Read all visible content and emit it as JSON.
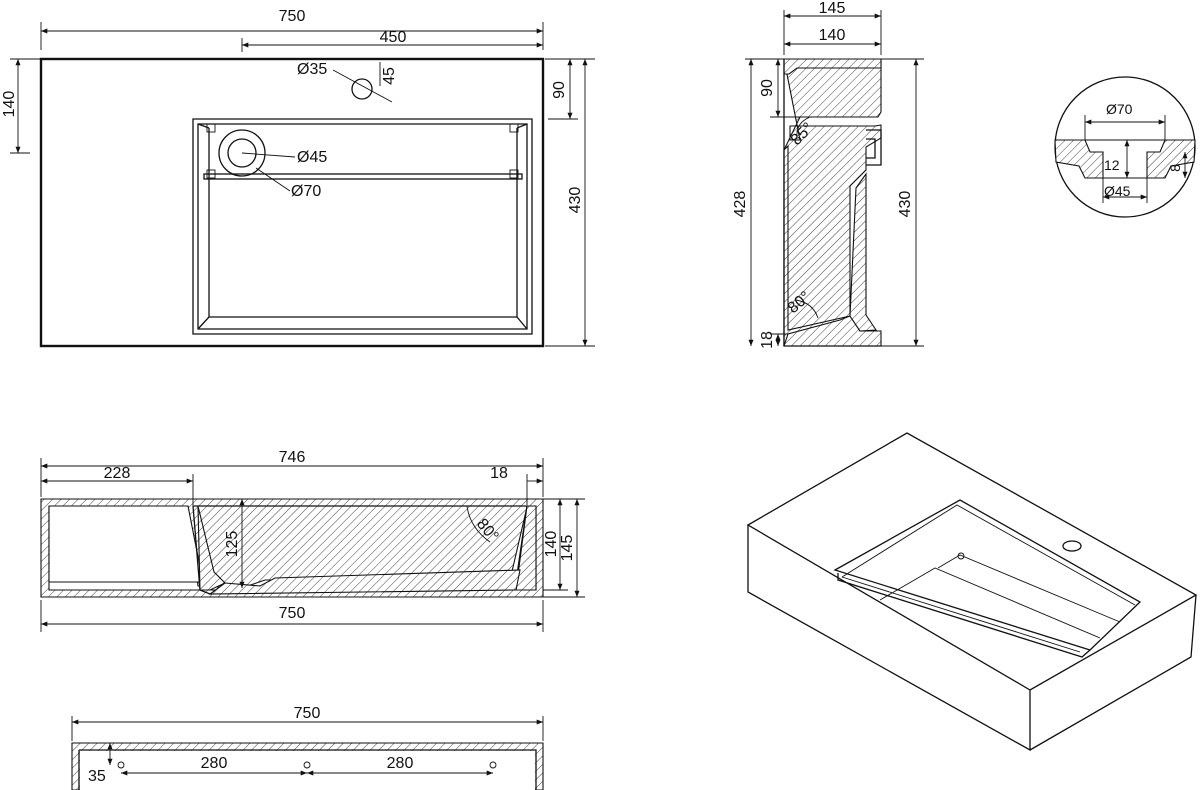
{
  "drawing": {
    "top_view": {
      "width": "750",
      "tap_offset": "450",
      "depth_to_basin": "140",
      "basin_offset": "90",
      "total_depth": "430",
      "tap_hole": "Ø35",
      "tap_hole_offset": "45",
      "drain_inner": "Ø45",
      "drain_outer": "Ø70"
    },
    "side_view": {
      "top_width_outer": "145",
      "top_width_inner": "140",
      "rim": "90",
      "inner_depth": "428",
      "total_depth": "430",
      "angle_top": "85°",
      "angle_bottom": "80°",
      "base": "18"
    },
    "detail": {
      "outer": "Ø70",
      "depth": "12",
      "inner": "Ø45",
      "step": "8"
    },
    "front_section": {
      "inner_width": "746",
      "shelf_width": "228",
      "wall": "18",
      "bowl_depth": "125",
      "angle": "80°",
      "inner_height": "140",
      "total_height": "145",
      "total_width": "750"
    },
    "back_view": {
      "width": "750",
      "hole_spacing_1": "280",
      "hole_spacing_2": "280",
      "hole_height": "35"
    }
  }
}
